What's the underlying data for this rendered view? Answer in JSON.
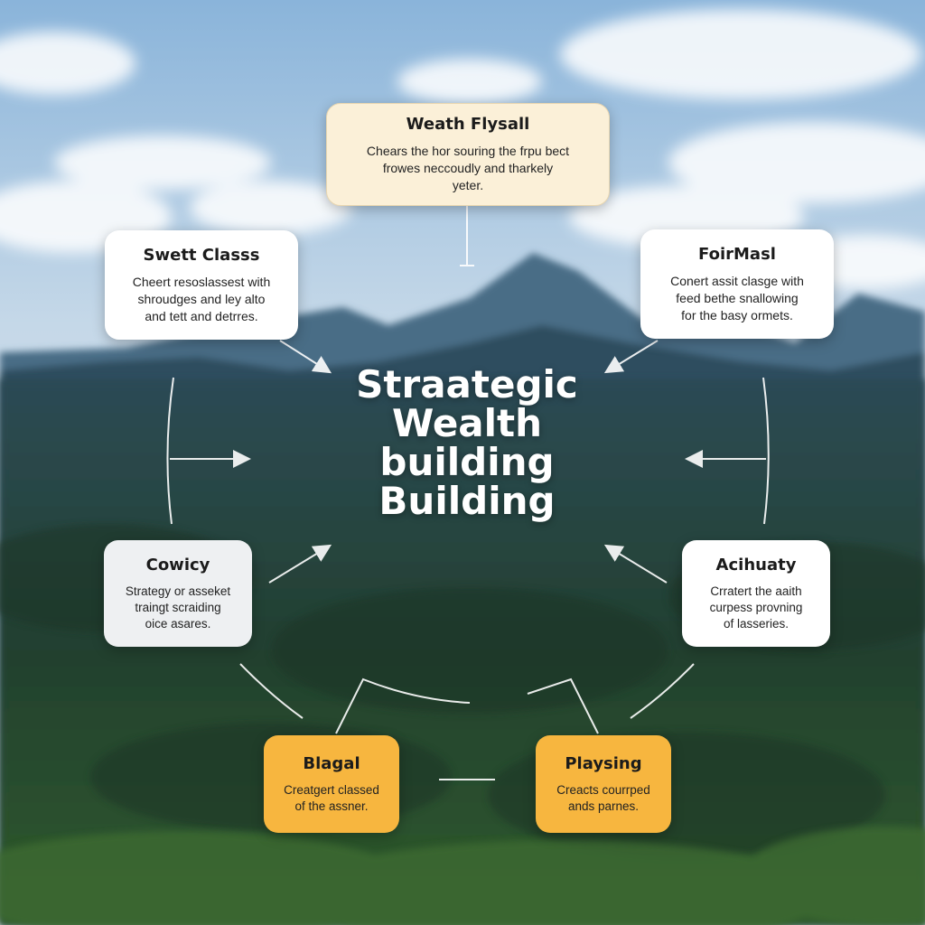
{
  "center": {
    "lines": [
      "Straategic",
      "Wealth",
      "building",
      "Building"
    ]
  },
  "cards": {
    "top": {
      "title": "Weath Flysall",
      "desc": "Chears the hor souring the frpu bect\nfrowes neccoudly and tharkely\nyeter."
    },
    "upper_left": {
      "title": "Swett Classs",
      "desc": "Cheert resoslassest with\nshroudges and ley alto\nand tett and detrres."
    },
    "upper_right": {
      "title": "FoirMasl",
      "desc": "Conert assit clasge with\nfeed bethe snallowing\nfor the basy ormets."
    },
    "mid_left": {
      "title": "Cowicy",
      "desc": "Strategy or asseket\ntraingt scraiding\noice asares."
    },
    "mid_right": {
      "title": "Acihuaty",
      "desc": "Crratert the aaith\ncurpess provning\nof lasseries."
    },
    "bottom_left": {
      "title": "Blagal",
      "desc": "Creatgert classed\nof the assner."
    },
    "bottom_right": {
      "title": "Playsing",
      "desc": "Creacts courrped\nands parnes."
    }
  },
  "colors": {
    "sky_top": "#8fb8dc",
    "mountain": "#3d5f78",
    "forest": "#1f3b2e",
    "card_white": "#ffffff",
    "card_cream": "#fbf0d8",
    "card_amber": "#f7b63f",
    "connector": "#ffffff"
  }
}
